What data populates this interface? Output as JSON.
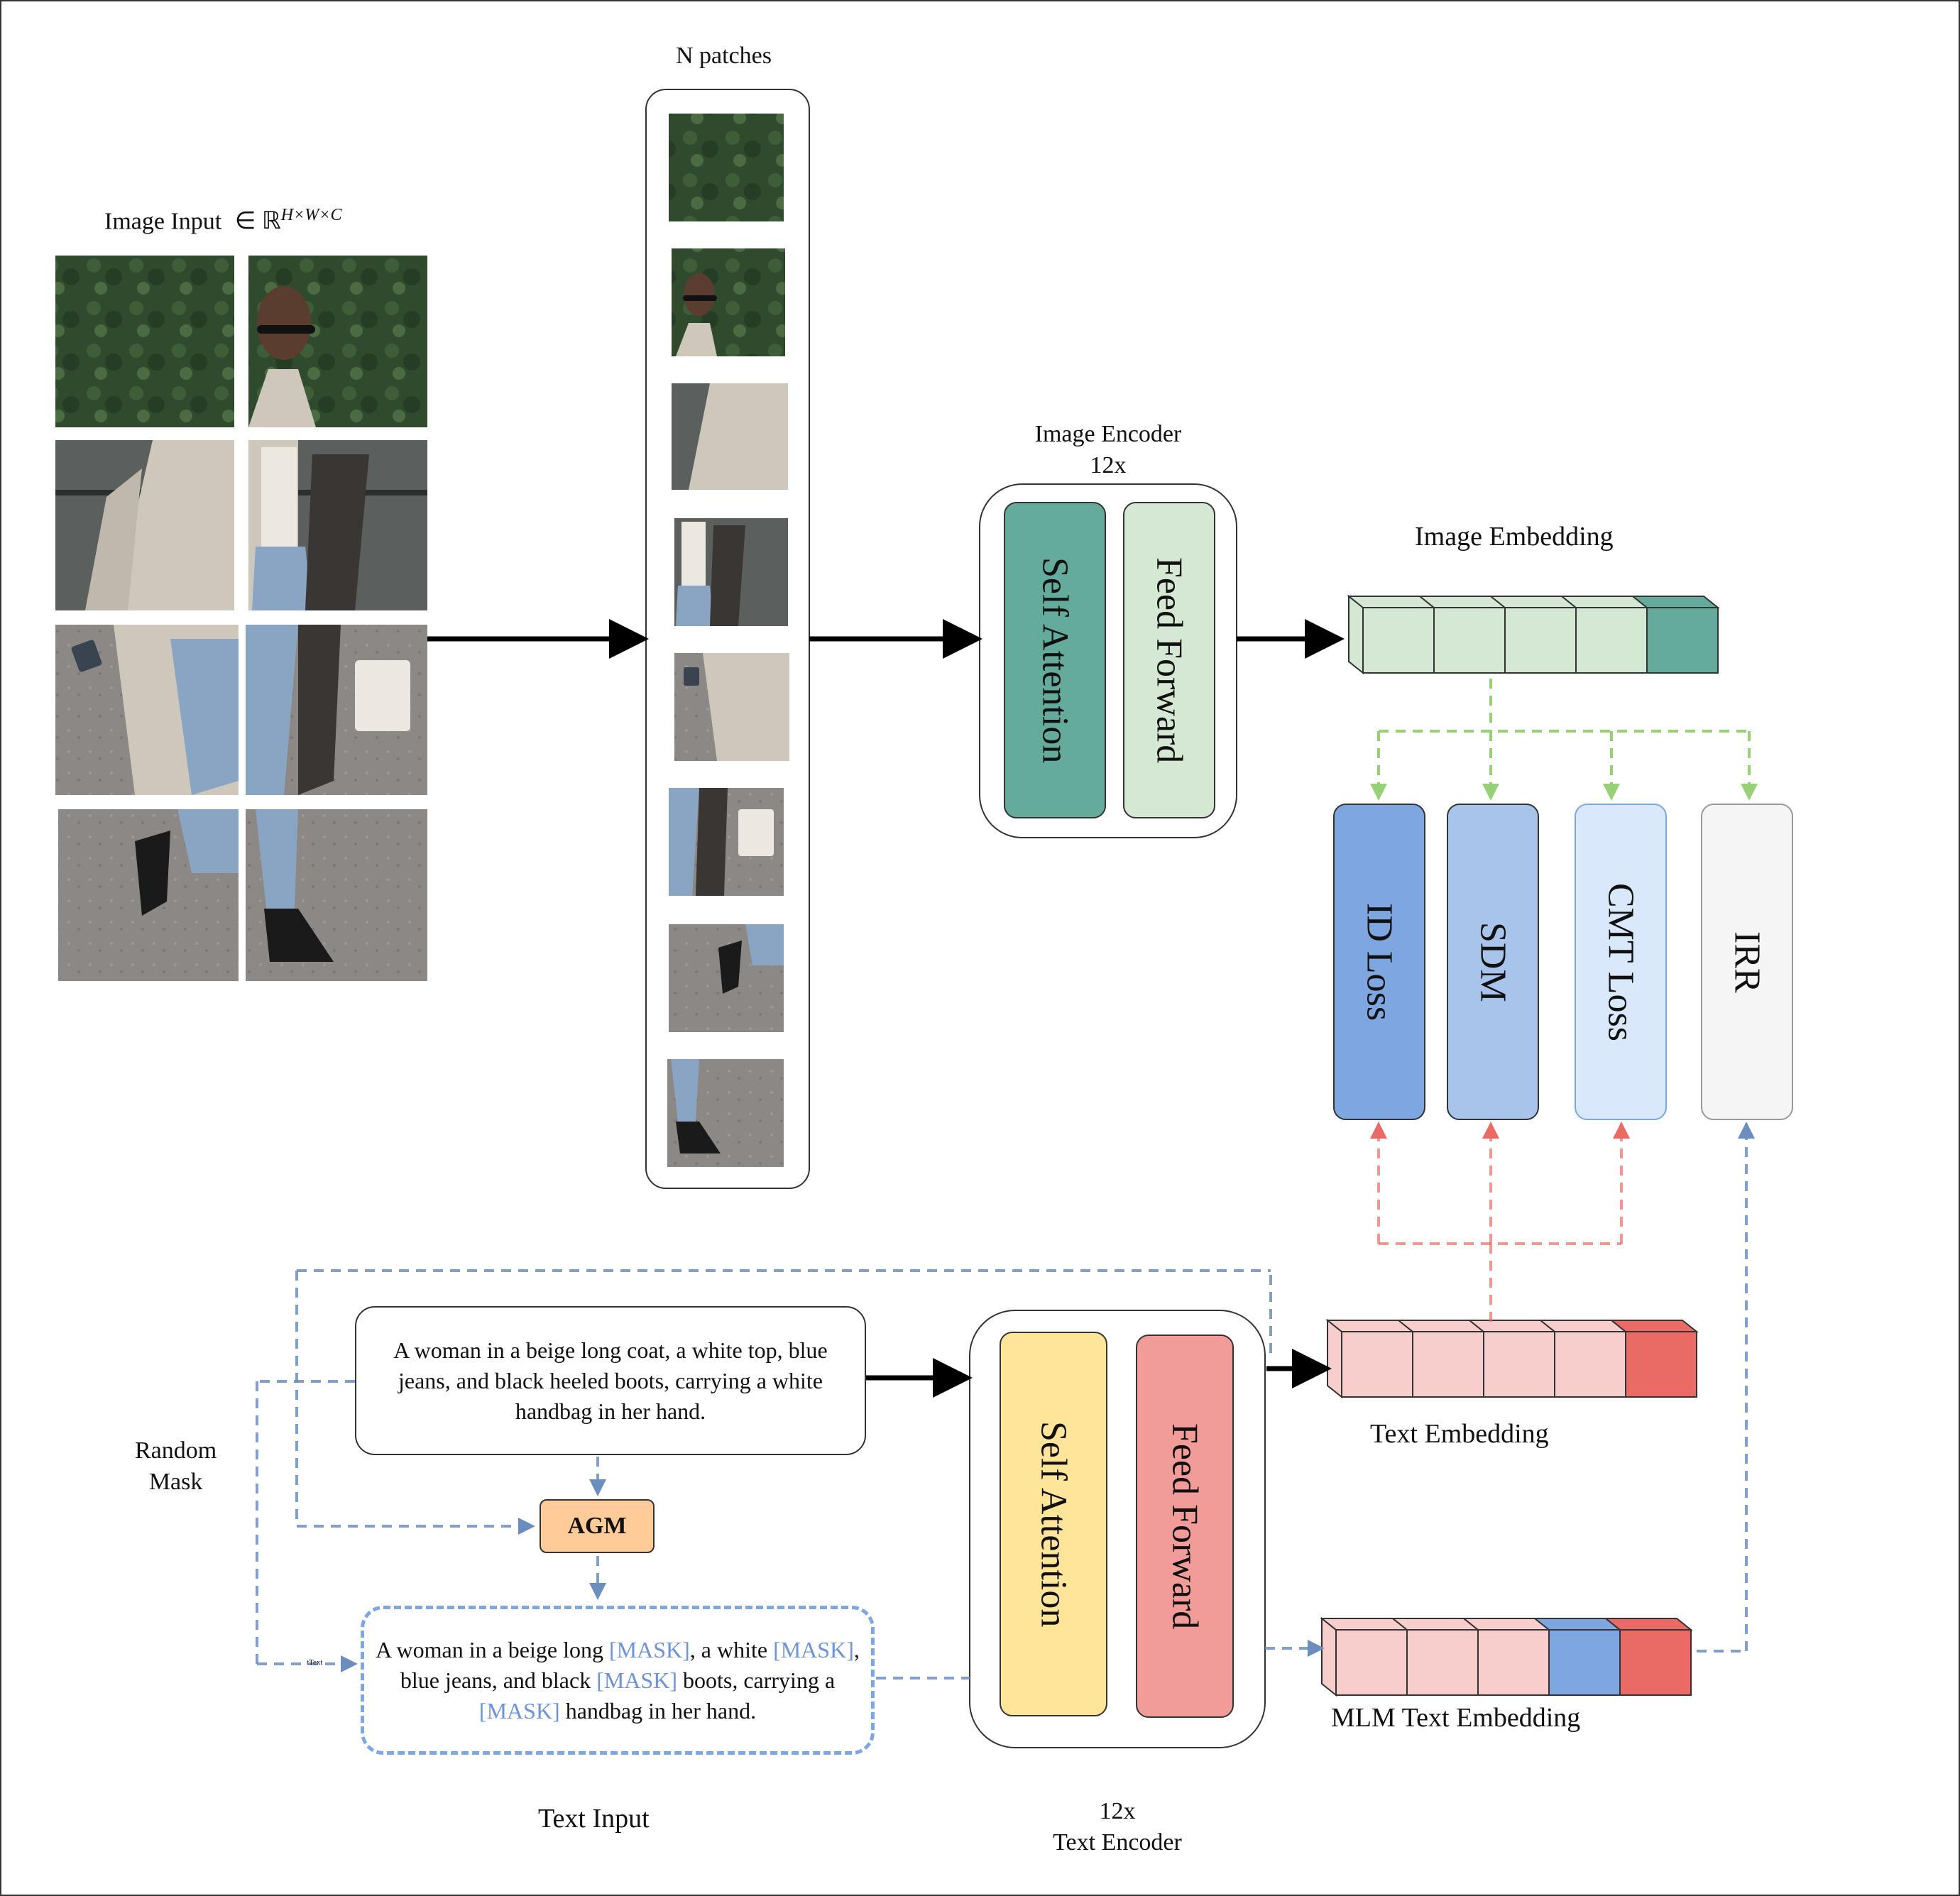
{
  "image_input": {
    "label": "Image Input",
    "math": "∈ ℝ",
    "superscript": "H×W×C"
  },
  "patches": {
    "label": "N patches"
  },
  "image_encoder": {
    "title": "Image Encoder",
    "repeat": "12x",
    "self_attention": "Self Attention",
    "feed_forward": "Feed Forward",
    "colors": {
      "self_attention": "#64ab9b",
      "feed_forward": "#d5e8d4"
    }
  },
  "image_embedding": {
    "label": "Image Embedding",
    "colors": {
      "cell": "#d5e8d4",
      "last": "#64ab9b"
    }
  },
  "losses": [
    {
      "label": "ID Loss",
      "color": "#7ea6e0"
    },
    {
      "label": "SDM",
      "color": "#a9c4eb"
    },
    {
      "label": "CMT Loss",
      "color": "#dae8fc"
    },
    {
      "label": "IRR",
      "color": "#f5f5f5"
    }
  ],
  "text_input": {
    "caption": "A woman in a beige long coat, a white top, blue jeans, and black heeled boots, carrying a white handbag in her hand.",
    "label": "Text Input",
    "random_mask": "Random\nMask",
    "agm": "AGM",
    "agm_color": "#ffcc99",
    "masked_tokens": [
      "A woman in a beige long ",
      "[MASK]",
      ", a white ",
      "[MASK]",
      ", blue jeans, and black ",
      "[MASK]",
      " boots, carrying a ",
      "[MASK]",
      " handbag in her hand."
    ],
    "tiny_label": "tText"
  },
  "text_encoder": {
    "title": "Text Encoder",
    "repeat": "12x",
    "self_attention": "Self Attention",
    "feed_forward": "Feed Forward",
    "colors": {
      "self_attention": "#ffe599",
      "feed_forward": "#f19c99"
    }
  },
  "text_embedding": {
    "label": "Text Embedding",
    "colors": {
      "cell": "#f8cecc",
      "last": "#ea6b66"
    }
  },
  "mlm_embedding": {
    "label": "MLM Text Embedding",
    "colors": {
      "cell": "#f8cecc",
      "blue": "#7ea6e0",
      "red": "#ea6b66"
    }
  },
  "arrow_colors": {
    "green": "#97d077",
    "red": "#ea6b66",
    "blue": "#6c8ebf",
    "black": "#000000"
  }
}
